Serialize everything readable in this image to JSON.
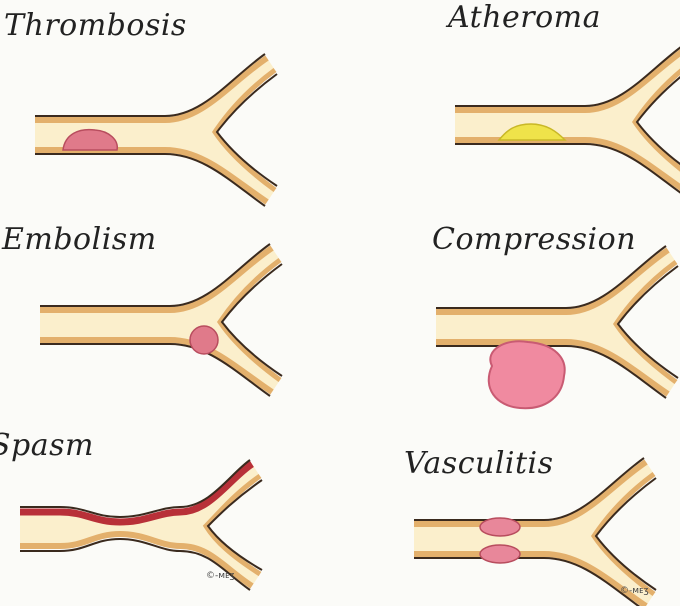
{
  "panels": {
    "thrombosis": {
      "label": "Thrombosis"
    },
    "atheroma": {
      "label": "Atheroma"
    },
    "embolism": {
      "label": "Embolism"
    },
    "compression": {
      "label": "Compression"
    },
    "spasm": {
      "label": "Spasm"
    },
    "vasculitis": {
      "label": "Vasculitis"
    }
  },
  "signatures": {
    "left": "©-ᴍᴇʒ",
    "right": "©-ᴍᴇʒ"
  },
  "colors": {
    "background": "#fbfbf8",
    "vessel_fill": "#fbefcc",
    "vessel_wall": "#e3b06c",
    "outline": "#3a2a1e",
    "clot": "#e07a8a",
    "plaque": "#efe34a",
    "spasm_wall": "#b83038",
    "mass": "#f08aa0",
    "inflammation": "#e8879a"
  }
}
